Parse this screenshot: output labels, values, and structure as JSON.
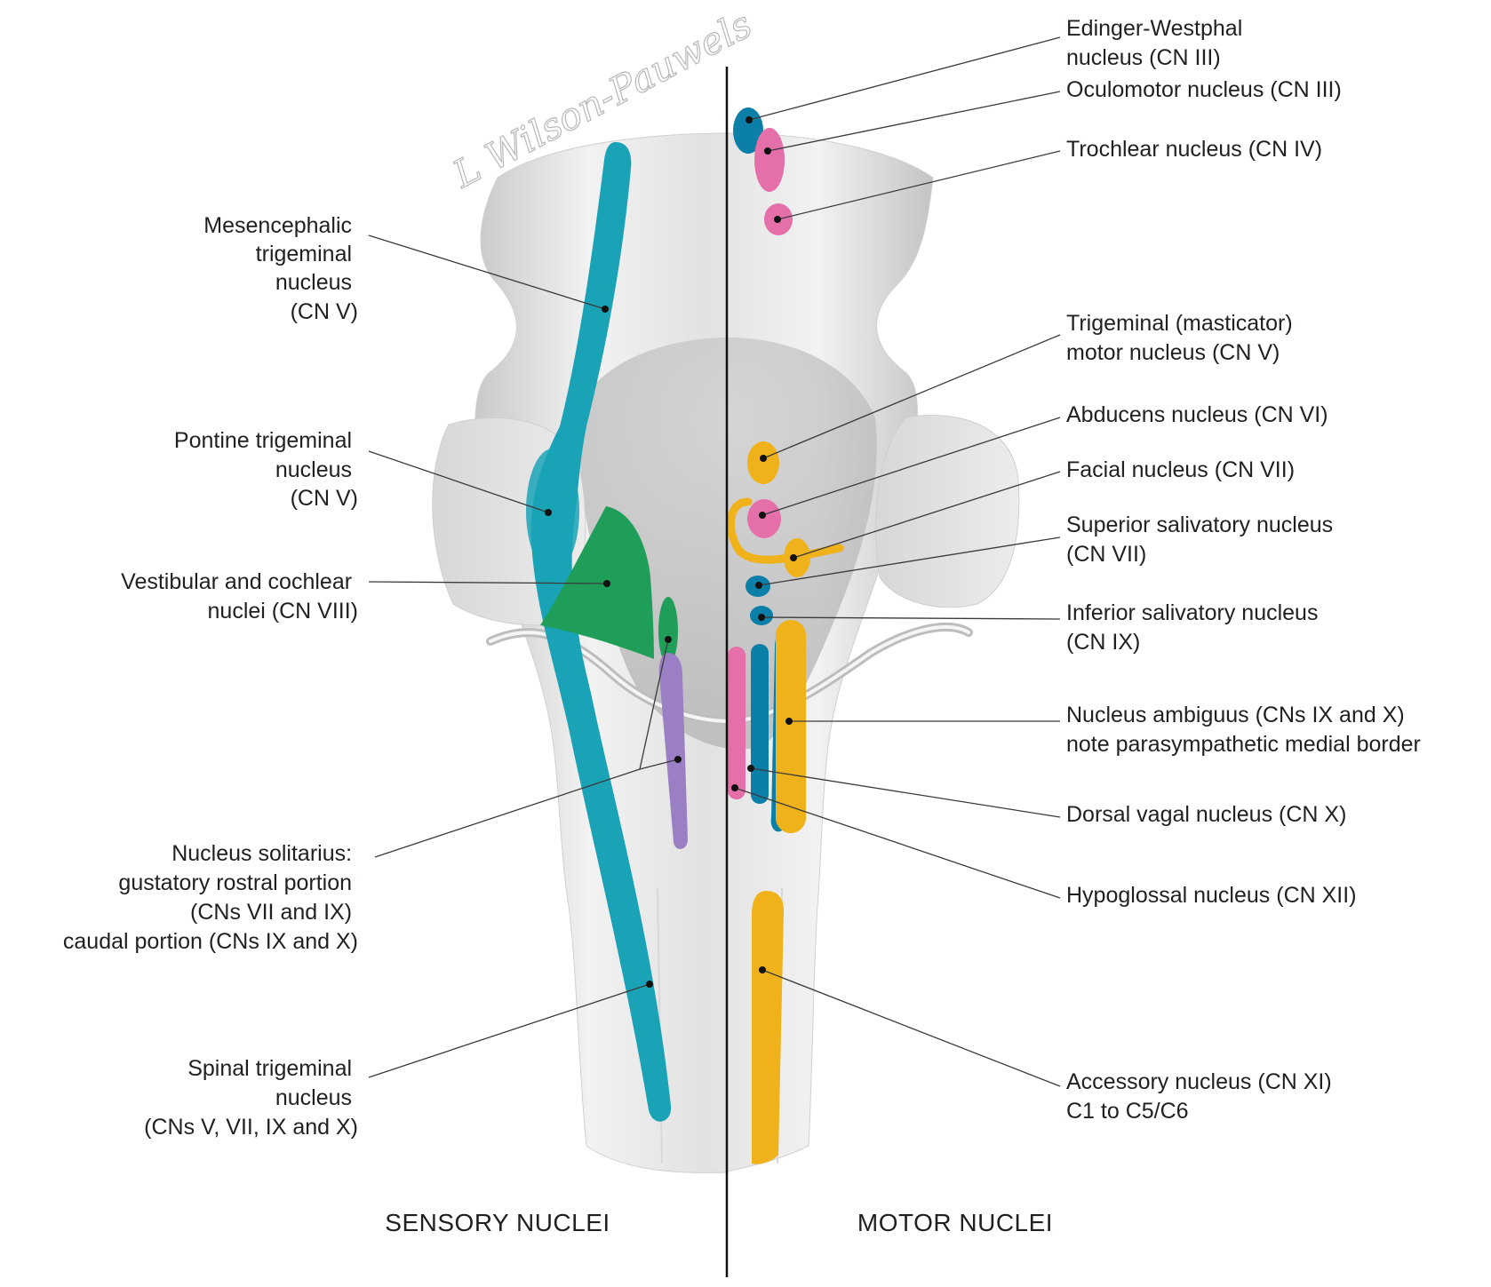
{
  "signature": "L Wilson-Pauwels",
  "sections": {
    "sensory": "SENSORY NUCLEI",
    "motor": "MOTOR NUCLEI"
  },
  "colors": {
    "sensory_trigeminal": "#1aa3b6",
    "vestibulocochlear": "#1f9e5a",
    "solitarius": "#9a7fc4",
    "parasympathetic": "#0c7fa8",
    "somatic_motor": "#e56fa8",
    "branchial_motor": "#f0b21a",
    "brainstem": "#e6e6e6"
  },
  "labels": {
    "left": [
      {
        "id": "mesencephalic",
        "lines": [
          "Mesencephalic",
          "trigeminal",
          "nucleus",
          "(CN V)"
        ]
      },
      {
        "id": "pontine",
        "lines": [
          "Pontine trigeminal",
          "nucleus",
          "(CN V)"
        ]
      },
      {
        "id": "vestibular",
        "lines": [
          "Vestibular and cochlear",
          "nuclei (CN VIII)"
        ]
      },
      {
        "id": "solitarius",
        "lines": [
          "Nucleus solitarius:",
          "gustatory rostral portion",
          "(CNs VII and IX)",
          "caudal portion (CNs IX and X)"
        ]
      },
      {
        "id": "spinal",
        "lines": [
          "Spinal trigeminal",
          "nucleus",
          "(CNs V, VII, IX and X)"
        ]
      }
    ],
    "right": [
      {
        "id": "edinger",
        "lines": [
          "Edinger-Westphal",
          "nucleus (CN III)"
        ]
      },
      {
        "id": "oculomotor",
        "lines": [
          "Oculomotor nucleus (CN III)"
        ]
      },
      {
        "id": "trochlear",
        "lines": [
          "Trochlear nucleus (CN IV)"
        ]
      },
      {
        "id": "trigeminal_motor",
        "lines": [
          "Trigeminal (masticator)",
          "motor nucleus (CN V)"
        ]
      },
      {
        "id": "abducens",
        "lines": [
          "Abducens nucleus (CN VI)"
        ]
      },
      {
        "id": "facial",
        "lines": [
          "Facial nucleus (CN VII)"
        ]
      },
      {
        "id": "sup_salivatory",
        "lines": [
          "Superior salivatory nucleus",
          "(CN VII)"
        ]
      },
      {
        "id": "inf_salivatory",
        "lines": [
          "Inferior salivatory nucleus",
          "(CN IX)"
        ]
      },
      {
        "id": "ambiguus",
        "lines": [
          "Nucleus ambiguus (CNs IX and X)",
          "note parasympathetic medial border"
        ]
      },
      {
        "id": "dorsal_vagal",
        "lines": [
          "Dorsal vagal nucleus (CN X)"
        ]
      },
      {
        "id": "hypoglossal",
        "lines": [
          "Hypoglossal nucleus (CN XII)"
        ]
      },
      {
        "id": "accessory",
        "lines": [
          "Accessory nucleus (CN XI)",
          "C1 to C5/C6"
        ]
      }
    ]
  }
}
